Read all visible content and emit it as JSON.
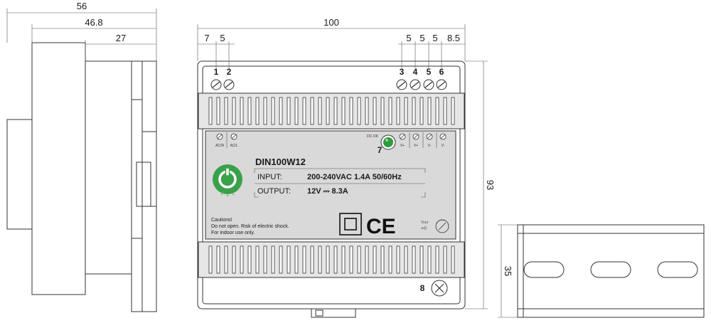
{
  "dimensions": {
    "side_depth": "56",
    "side_depth_mid": "46.8",
    "side_depth_front": "27",
    "front_width": "100",
    "front_height": "93",
    "rail_height": "35",
    "spacing_left": [
      "7",
      "5"
    ],
    "spacing_right": [
      "5",
      "5",
      "5",
      "8.5"
    ]
  },
  "terminals": {
    "top_left": [
      "1",
      "2"
    ],
    "top_right": [
      "3",
      "4",
      "5",
      "6"
    ],
    "led": "7",
    "ground": "8"
  },
  "panel": {
    "left_terminal_labels": [
      "AC/N",
      "AC/L"
    ],
    "right_terminal_labels": [
      "V+",
      "V+",
      "V-",
      "V-"
    ],
    "led_label": "DC OK",
    "model": "DIN100W12",
    "input_label": "INPUT:",
    "input_value": "200-240VAC  1.4A  50/60Hz",
    "output_label": "OUTPUT:",
    "output_value": "12V ⎓ 8.3A",
    "cautions": [
      "Cautions!",
      "Do not open. Risk of electric shock.",
      "For indoor use only."
    ],
    "ce_mark": "CE",
    "vout_adj": [
      "Vout",
      "adj."
    ]
  },
  "colors": {
    "logo_green": "#3aa14a",
    "led_green": "#2e9b3a",
    "panel_grey": "#d9d9d9",
    "line": "#333333"
  }
}
